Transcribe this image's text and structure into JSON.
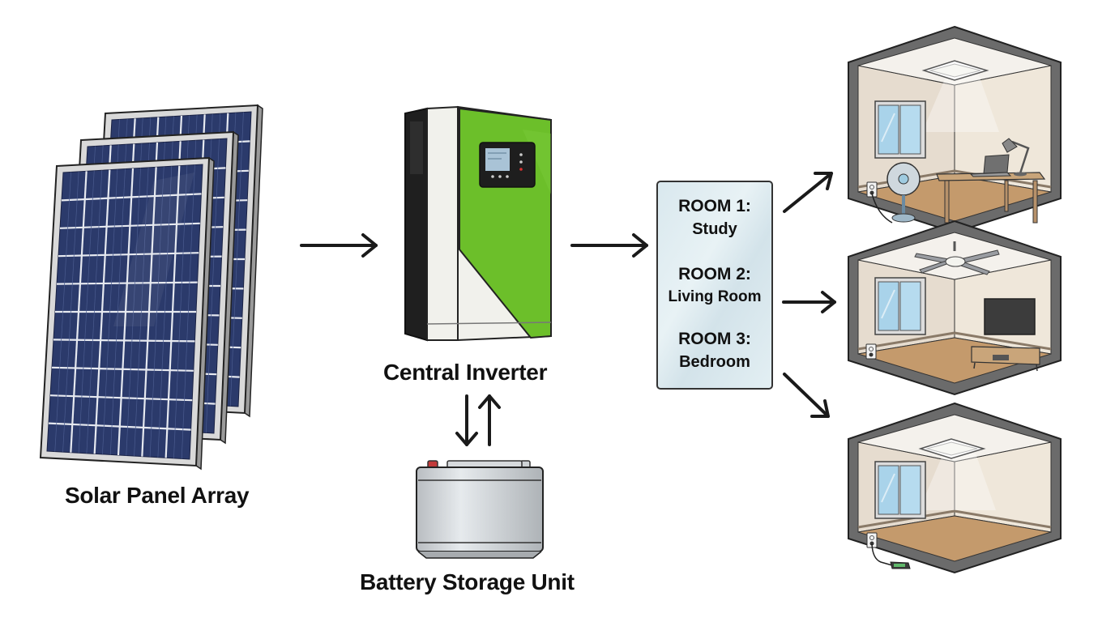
{
  "diagram": {
    "title": "Home Solar Power Distribution",
    "components": {
      "solar_array": {
        "label": "Solar Panel Array",
        "panel_count": 3,
        "icon": "solar-panel-icon"
      },
      "inverter": {
        "label": "Central Inverter",
        "icon": "inverter-icon",
        "colors": {
          "body": "#6cbf2a",
          "side": "#1e1e1e",
          "front": "#f2f2ee"
        }
      },
      "battery": {
        "label": "Battery Storage Unit",
        "icon": "battery-icon"
      },
      "distribution_panel": {
        "rooms": [
          {
            "number_label": "ROOM 1:",
            "name": "Study"
          },
          {
            "number_label": "ROOM 2:",
            "name": "Living Room"
          },
          {
            "number_label": "ROOM 3:",
            "name": "Bedroom"
          }
        ]
      }
    },
    "rooms_illustrated": [
      {
        "name": "Study",
        "items": [
          "ceiling-light",
          "window",
          "fan",
          "desk",
          "laptop",
          "desk-lamp",
          "outlet"
        ]
      },
      {
        "name": "Living Room",
        "items": [
          "ceiling-fan",
          "window",
          "tv",
          "tv-stand",
          "outlet"
        ]
      },
      {
        "name": "Bedroom",
        "items": [
          "ceiling-light",
          "window",
          "outlet",
          "phone-charger"
        ]
      }
    ],
    "flows": [
      {
        "from": "Solar Panel Array",
        "to": "Central Inverter",
        "direction": "one-way"
      },
      {
        "from": "Central Inverter",
        "to": "Battery Storage Unit",
        "direction": "two-way"
      },
      {
        "from": "Central Inverter",
        "to": "Room Distribution",
        "direction": "one-way"
      },
      {
        "from": "Room Distribution",
        "to": "Study",
        "direction": "one-way"
      },
      {
        "from": "Room Distribution",
        "to": "Living Room",
        "direction": "one-way"
      },
      {
        "from": "Room Distribution",
        "to": "Bedroom",
        "direction": "one-way"
      }
    ],
    "colors": {
      "arrow": "#1a1a1a",
      "panel_cell": "#2b3a6b",
      "wall": "#e8ddd0",
      "floor": "#c49a6c",
      "room_frame": "#6b6b6b"
    }
  }
}
